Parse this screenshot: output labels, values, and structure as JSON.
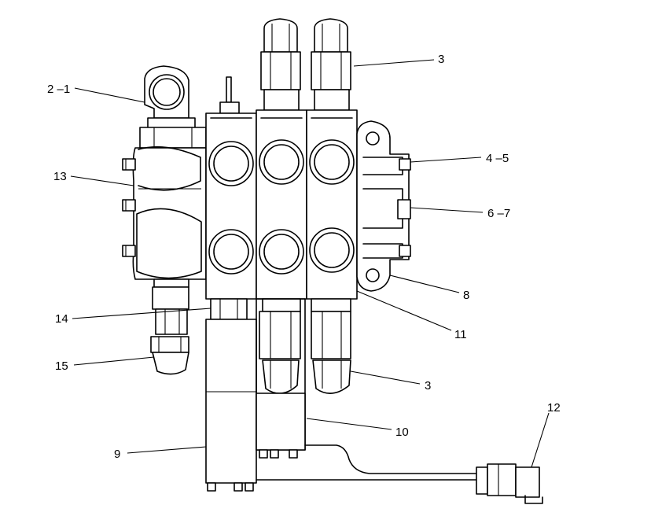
{
  "diagram": {
    "callouts": [
      {
        "id": "c-2-1",
        "text": "2 –1"
      },
      {
        "id": "c-3-top",
        "text": "3"
      },
      {
        "id": "c-4-5",
        "text": "4 –5"
      },
      {
        "id": "c-13",
        "text": "13"
      },
      {
        "id": "c-6-7",
        "text": "6 –7"
      },
      {
        "id": "c-8",
        "text": "8"
      },
      {
        "id": "c-14",
        "text": "14"
      },
      {
        "id": "c-11",
        "text": "11"
      },
      {
        "id": "c-15",
        "text": "15"
      },
      {
        "id": "c-3-bottom",
        "text": "3"
      },
      {
        "id": "c-12",
        "text": "12"
      },
      {
        "id": "c-10",
        "text": "10"
      },
      {
        "id": "c-9",
        "text": "9"
      }
    ]
  }
}
